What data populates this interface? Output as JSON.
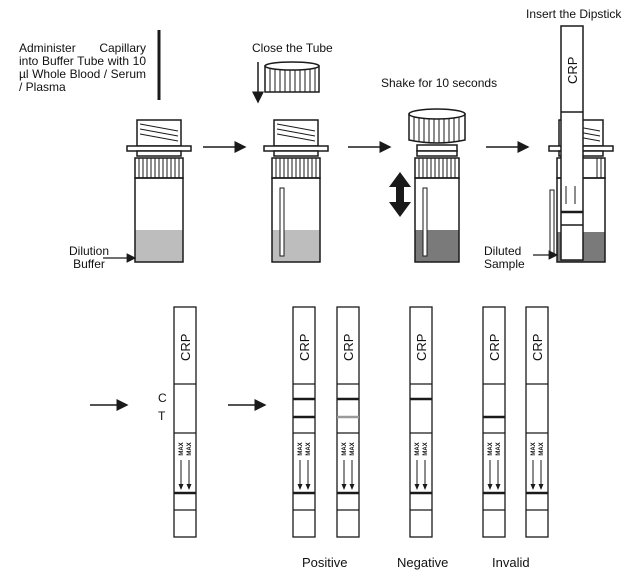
{
  "steps": {
    "administer": "Administer Capillary into Buffer Tube with 10 µl Whole Blood / Serum / Plasma",
    "close": "Close the Tube",
    "shake": "Shake for 10 seconds",
    "insert": "Insert the Dipstick"
  },
  "tube_labels": {
    "dilution_buffer": "Dilution Buffer",
    "diluted_sample": "Diluted Sample"
  },
  "dipstick": {
    "brand": "CRP",
    "control_line": "C",
    "test_line": "T",
    "max_mark": "MAX"
  },
  "results": {
    "positive": "Positive",
    "negative": "Negative",
    "invalid": "Invalid"
  },
  "colors": {
    "stroke": "#1a1a1a",
    "buffer_fill": "#bdbdbd",
    "sample_fill": "#7a7a7a",
    "faint_line": "#9a9a9a"
  }
}
